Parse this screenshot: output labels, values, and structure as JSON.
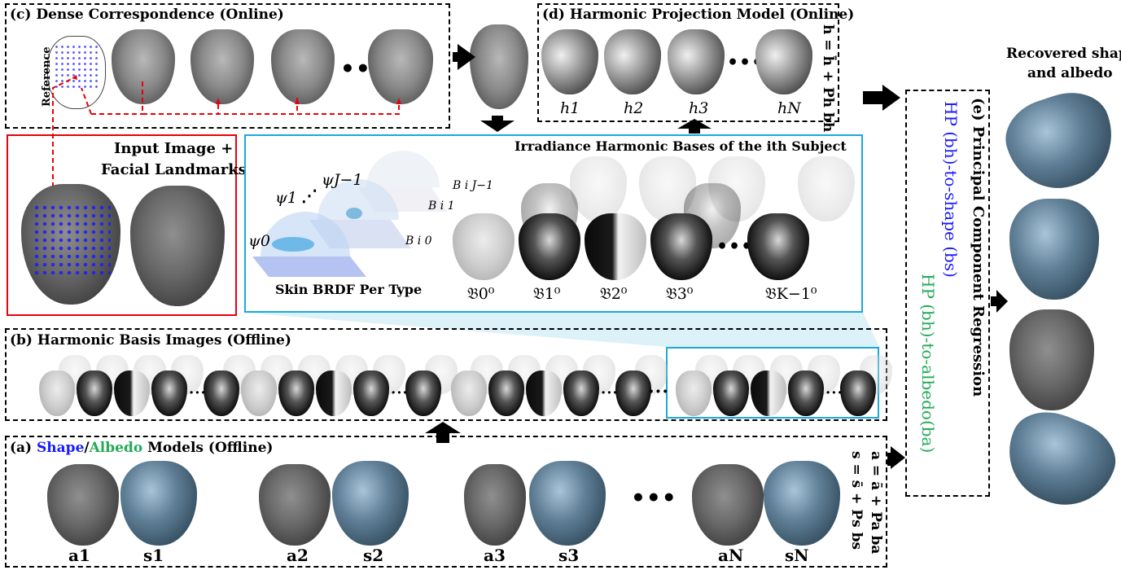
{
  "panels": {
    "c_title": "(c) Dense Correspondence (Online)",
    "d_title": "(d)  Harmonic Projection Model (Online)",
    "b_title": "(b)  Harmonic Basis Images (Offline)",
    "a_title_shape": "Shape",
    "a_title_slash": "/",
    "a_title_albedo": "Albedo",
    "a_title_rest": " Models (Offline)",
    "a_prefix": "(a) ",
    "input_title_1": "Input Image +",
    "input_title_2": "Facial Landmarks",
    "reference_label": "Reference",
    "irradiance_title": "Irradiance Harmonic Bases of the ith Subject",
    "brdf_label": "Skin BRDF  Per Type",
    "recovered_1": "Recovered shape",
    "recovered_2": "and albedo",
    "e_title": "(e) Principal  Component  Regression",
    "e_shape": "HP (bh)-to-shape (bs)",
    "e_albedo": "HP (bh)-to-albedo(ba)",
    "d_equation": "h = h̄ + Ph bh",
    "a_equation_1": "a = ā + Pa ba",
    "a_equation_2": "s = s̄ + Ps bs",
    "ellipsis": "•••"
  },
  "h_labels": [
    "h1",
    "h2",
    "h3",
    "hN"
  ],
  "psi_labels": [
    "ψJ−1",
    "ψ1",
    "ψ0"
  ],
  "b_labels": [
    "B i J−1",
    "B i 1",
    "B i 0"
  ],
  "frak_labels": [
    "𝔅0⁰",
    "𝔅1⁰",
    "𝔅2⁰",
    "𝔅3⁰",
    "𝔅K−1⁰"
  ],
  "model_labels": [
    {
      "a": "a1",
      "s": "s1"
    },
    {
      "a": "a2",
      "s": "s2"
    },
    {
      "a": "a3",
      "s": "s3"
    },
    {
      "a": "aN",
      "s": "sN"
    }
  ],
  "colors": {
    "red": "#e8000b",
    "cyan": "#1ca8dc",
    "blue": "#1a1aff",
    "green": "#22aa55"
  }
}
